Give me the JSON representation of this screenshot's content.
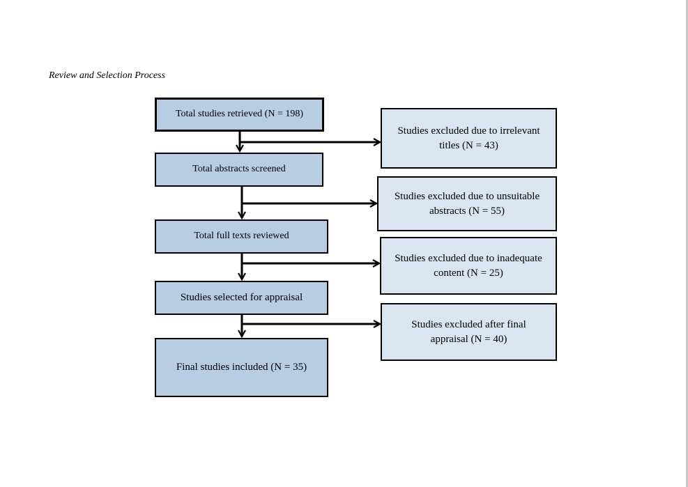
{
  "figure": {
    "caption": "Review and Selection Process"
  },
  "flow": {
    "main_steps": [
      {
        "label": "Total studies retrieved (N = 198)"
      },
      {
        "label": "Total abstracts screened"
      },
      {
        "label": "Total full texts reviewed"
      },
      {
        "label": "Studies selected for appraisal"
      },
      {
        "label": "Final studies included (N = 35)"
      }
    ],
    "exclusions": [
      {
        "label": "Studies excluded due to irrelevant titles (N = 43)"
      },
      {
        "label": "Studies excluded due to unsuitable abstracts (N = 55)"
      },
      {
        "label": "Studies excluded due to inadequate content (N = 25)"
      },
      {
        "label": "Studies excluded after final appraisal (N = 40)"
      }
    ]
  },
  "colors": {
    "main_box_fill": "#b8cce4",
    "exclusion_box_fill": "#dbe5f1",
    "border": "#000000"
  }
}
